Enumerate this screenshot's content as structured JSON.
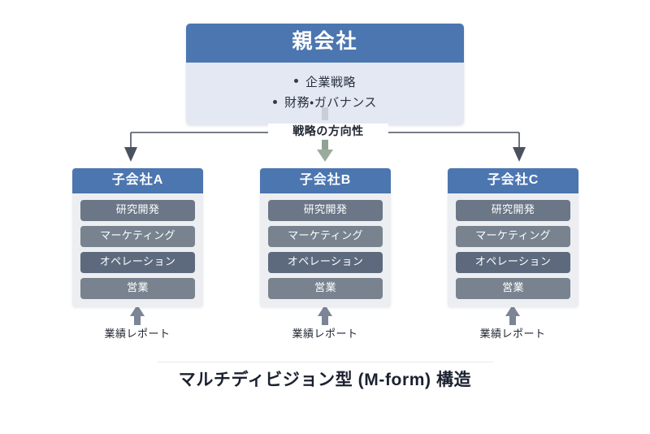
{
  "caption": "マルチディビジョン型 (M-form) 構造",
  "colors": {
    "header_blue": "#4c76b0",
    "parent_body": "#e3e8f2",
    "sub_body": "#eceef2",
    "function_gray": "#6b7687",
    "function_gray_dark": "#5d6a7e",
    "arrow_dark": "#4a5260",
    "arrow_center": "#8fa394",
    "arrow_report": "#7b8596",
    "page_background": "#ffffff"
  },
  "parent": {
    "title": "親会社",
    "bullets": [
      "企業戦略",
      "財務・ガバナンス"
    ]
  },
  "connector": {
    "strategy_label": "戦略の方向性",
    "report_label": "業績レポート"
  },
  "subsidiaries": [
    {
      "title": "子会社A",
      "functions": [
        "研究開発",
        "マーケティング",
        "オペレーション",
        "営業"
      ],
      "report_label": "業績レポート"
    },
    {
      "title": "子会社B",
      "functions": [
        "研究開発",
        "マーケティング",
        "オペレーション",
        "営業"
      ],
      "report_label": "業績レポート"
    },
    {
      "title": "子会社C",
      "functions": [
        "研究開発",
        "マーケティング",
        "オペレーション",
        "営業"
      ],
      "report_label": "業績レポート"
    }
  ]
}
